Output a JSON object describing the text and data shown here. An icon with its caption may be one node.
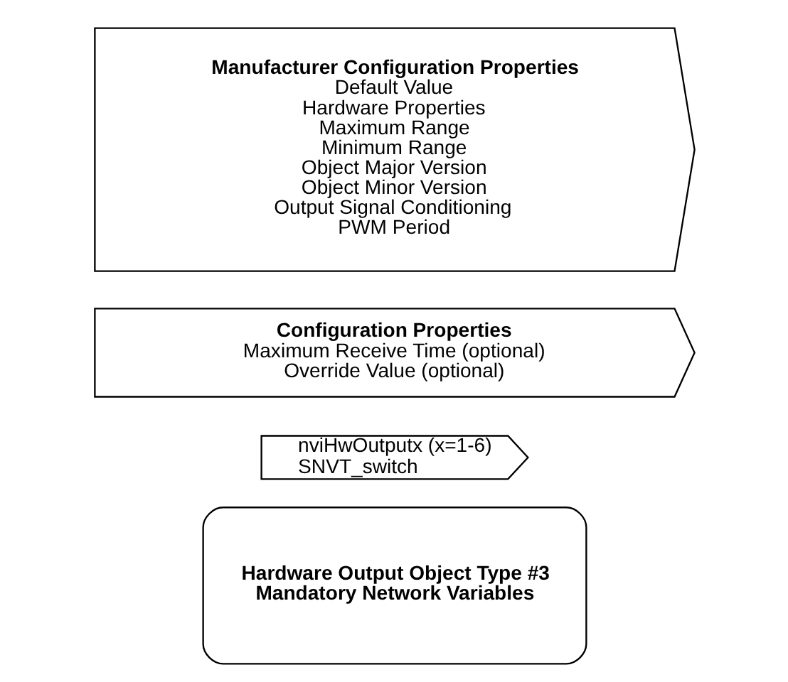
{
  "diagram": {
    "nodes": [
      {
        "text": [
          "Hardware Output Object Type #3",
          "Mandatory Network Variables"
        ]
      },
      {
        "text": [
          "nviHwOutputx (x=1-6)",
          "SNVT_switch"
        ]
      },
      {
        "text": [
          "Configuration Properties",
          "Maximum Receive Time (optional)",
          "Override Value (optional)"
        ]
      },
      {
        "text": [
          "Manufacturer Configuration Properties",
          "Default Value",
          "Hardware Properties",
          "Maximum Range",
          "Minimum Range",
          "Object Major Version",
          "Object Minor Version",
          "Output Signal Conditioning",
          "PWM Period"
        ]
      }
    ],
    "edges": []
  }
}
